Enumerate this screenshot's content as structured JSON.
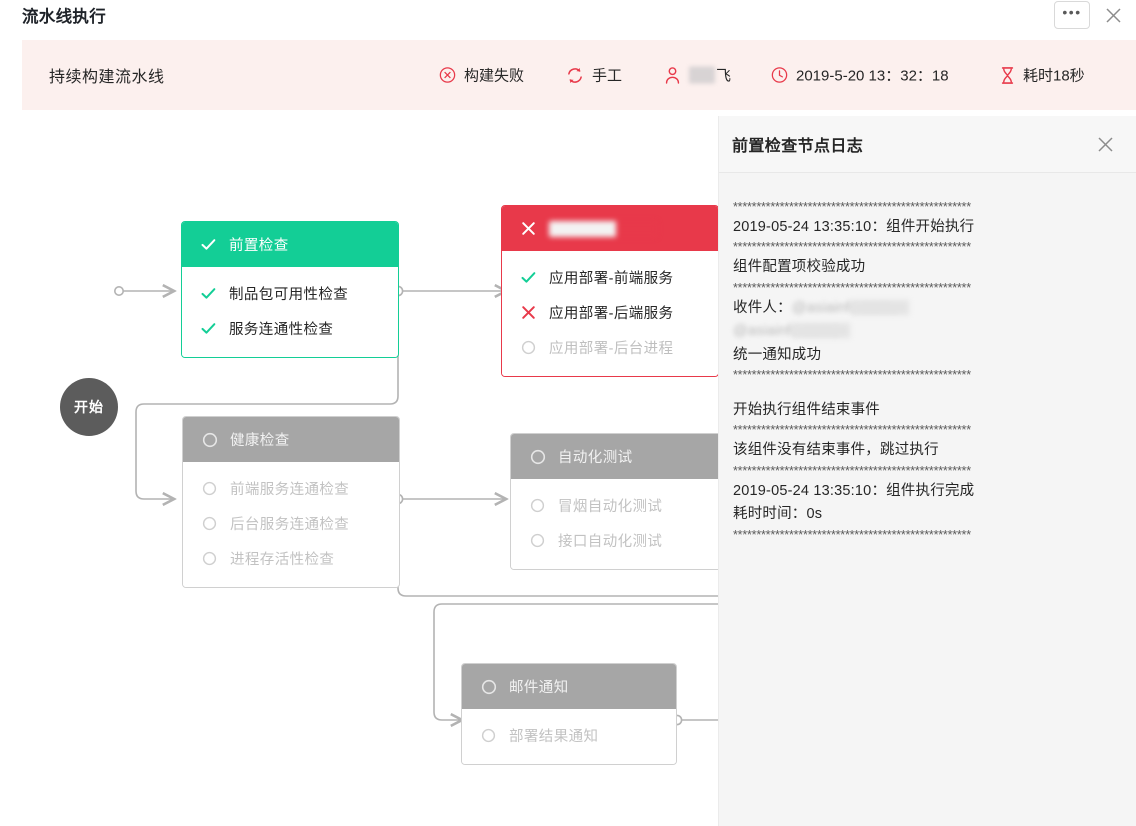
{
  "titlebar": {
    "title": "流水线执行",
    "more_label": "•••",
    "more_icon": "ellipsis-icon",
    "close_icon": "close-icon"
  },
  "banner": {
    "pipeline_name": "持续构建流水线",
    "background_color": "#fcf0ee",
    "status": {
      "icon": "circle-x-icon",
      "label": "构建失败",
      "color": "#e8394a"
    },
    "trigger": {
      "icon": "sync-icon",
      "label": "手工",
      "color": "#e8394a"
    },
    "user": {
      "icon": "user-icon",
      "label_visible": "飞",
      "redacted": true,
      "color": "#e8394a"
    },
    "time": {
      "icon": "clock-icon",
      "label": "2019-5-20 13：32：18",
      "color": "#e8394a"
    },
    "duration": {
      "icon": "hourglass-icon",
      "label": "耗时18秒",
      "color": "#e8394a"
    }
  },
  "canvas": {
    "start_node": {
      "label": "开始"
    },
    "colors": {
      "success": "#13ce96",
      "failure": "#e8394a",
      "pending_header": "#a6a6a6",
      "pending_text": "#c2c2c2",
      "connector": "#b3b3b3",
      "start_fill": "#5c5c5c"
    },
    "nodes": [
      {
        "id": "precheck",
        "state": "success",
        "title": "前置检查",
        "title_redacted": false,
        "steps": [
          {
            "label": "制品包可用性检查",
            "state": "success"
          },
          {
            "label": "服务连通性检查",
            "state": "success"
          }
        ]
      },
      {
        "id": "deploy",
        "state": "failure",
        "title": "",
        "title_redacted": true,
        "steps": [
          {
            "label": "应用部署-前端服务",
            "state": "success"
          },
          {
            "label": "应用部署-后端服务",
            "state": "failure"
          },
          {
            "label": "应用部署-后台进程",
            "state": "pending"
          }
        ]
      },
      {
        "id": "health",
        "state": "pending",
        "title": "健康检查",
        "title_redacted": false,
        "steps": [
          {
            "label": "前端服务连通检查",
            "state": "pending"
          },
          {
            "label": "后台服务连通检查",
            "state": "pending"
          },
          {
            "label": "进程存活性检查",
            "state": "pending"
          }
        ]
      },
      {
        "id": "autotest",
        "state": "pending",
        "title": "自动化测试",
        "title_redacted": false,
        "steps": [
          {
            "label": "冒烟自动化测试",
            "state": "pending"
          },
          {
            "label": "接口自动化测试",
            "state": "pending"
          }
        ]
      },
      {
        "id": "mail",
        "state": "pending",
        "title": "邮件通知",
        "title_redacted": false,
        "steps": [
          {
            "label": "部署结果通知",
            "state": "pending"
          }
        ]
      }
    ]
  },
  "logpanel": {
    "title": "前置检查节点日志",
    "close_icon": "close-icon",
    "lines": [
      {
        "type": "stars",
        "text": "***************************************************"
      },
      {
        "type": "text",
        "text": "2019-05-24 13:35:10：组件开始执行"
      },
      {
        "type": "stars",
        "text": "***************************************************"
      },
      {
        "type": "text",
        "text": "组件配置项校验成功"
      },
      {
        "type": "stars",
        "text": "***************************************************"
      },
      {
        "type": "redact",
        "prefix": "收件人：",
        "text": "@asiainfo.com，"
      },
      {
        "type": "redact",
        "prefix": "",
        "text": "@asiainfo.com；"
      },
      {
        "type": "text",
        "text": "统一通知成功"
      },
      {
        "type": "stars",
        "text": "***************************************************"
      },
      {
        "type": "blank",
        "text": ""
      },
      {
        "type": "text",
        "text": "开始执行组件结束事件"
      },
      {
        "type": "stars",
        "text": "***************************************************"
      },
      {
        "type": "text",
        "text": "该组件没有结束事件，跳过执行"
      },
      {
        "type": "stars",
        "text": "***************************************************"
      },
      {
        "type": "text",
        "text": "2019-05-24 13:35:10：组件执行完成"
      },
      {
        "type": "text",
        "text": "耗时时间：0s"
      },
      {
        "type": "stars",
        "text": "***************************************************"
      }
    ]
  }
}
